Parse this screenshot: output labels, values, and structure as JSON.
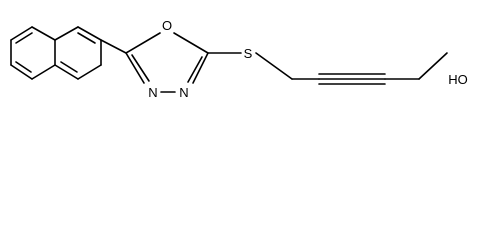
{
  "molecule": {
    "atoms": {
      "oxygen_ring": "O",
      "sulfur": "S",
      "nitrogen_left": "N",
      "nitrogen_right": "N",
      "hydroxyl": "HO"
    }
  }
}
